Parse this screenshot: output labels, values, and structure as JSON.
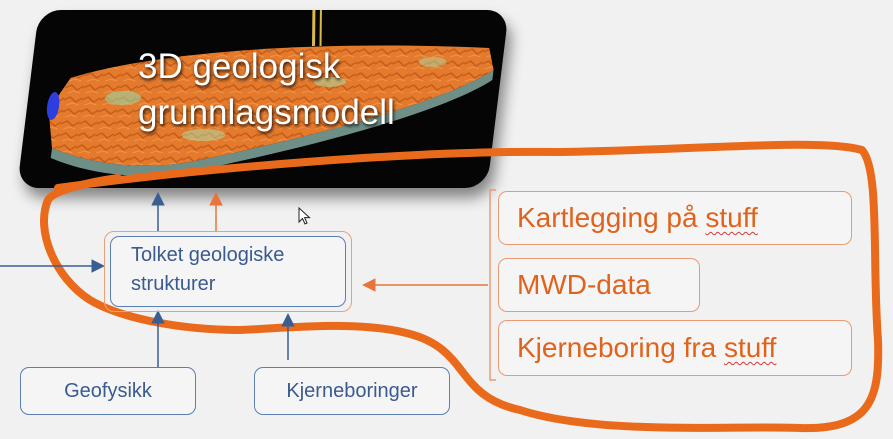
{
  "model": {
    "title_line1": "3D geologisk",
    "title_line2": "grunnlagsmodell"
  },
  "center_box": {
    "line1": "Tolket geologiske",
    "line2": "strukturer"
  },
  "inputs": {
    "geofysikk": "Geofysikk",
    "kjerneboringer": "Kjerneboringer"
  },
  "sources": {
    "kartlegging_prefix": "Kartlegging på ",
    "kartlegging_suffix": "stuff",
    "mwd": "MWD-data",
    "kjerneboring_prefix": "Kjerneboring fra ",
    "kjerneboring_suffix": "stuff"
  },
  "colors": {
    "blue_arrow": "#3a5d92",
    "orange_arrow": "#e8743b",
    "orange_outline": "#ea6a1c",
    "box_text_blue": "#3b5a8f",
    "source_text_orange": "#e0631c"
  },
  "icons": [
    "mouse-cursor-icon",
    "arrow-up-icon",
    "arrow-left-icon",
    "arrow-right-icon"
  ]
}
